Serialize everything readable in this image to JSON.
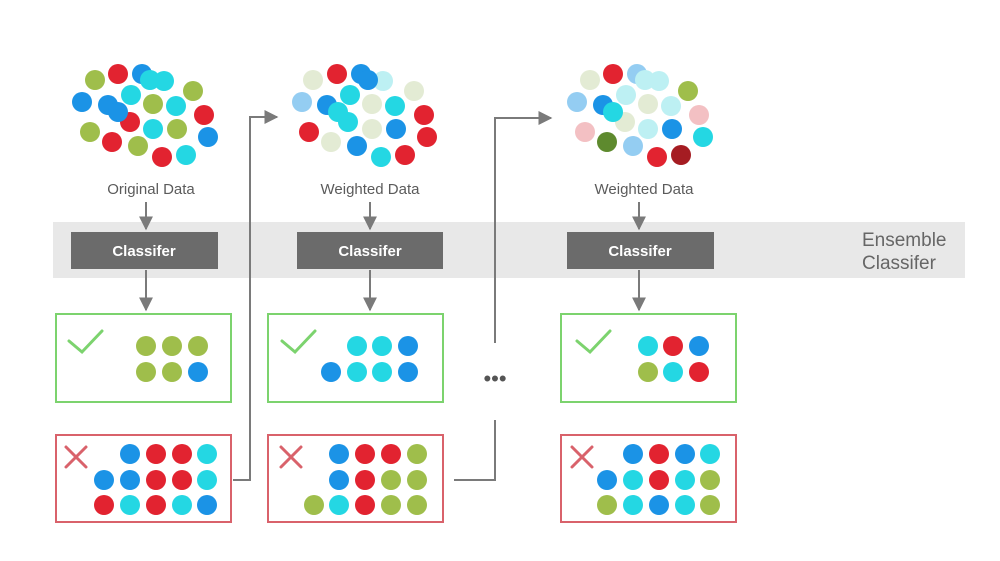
{
  "colors": {
    "green": "#9fbe4b",
    "blue": "#1b93e6",
    "cyan": "#24d7e3",
    "red": "#e22330",
    "pale_green": "#e3ebd4",
    "pale_blue": "#94cdf2",
    "pale_cyan": "#bdf0f3",
    "pale_red": "#f3c0c3",
    "dark_green": "#5e8a2e",
    "dark_red": "#a51c22",
    "band": "#e8e8e8",
    "classifier_box": "#6b6b6b",
    "arrow": "#7a7a7a",
    "correct_border": "#7cd36e",
    "wrong_border": "#d9626b"
  },
  "ensemble_label": [
    "Ensemble",
    "Classifer"
  ],
  "continuation_label": "•••",
  "stages": [
    {
      "data_label": "Original Data",
      "classifier_label": "Classifer",
      "correct_icon": "check-icon",
      "wrong_icon": "cross-icon",
      "cloud_colors": [
        "green",
        "red",
        "blue",
        "cyan",
        "blue",
        "blue",
        "cyan",
        "green",
        "cyan",
        "green",
        "red",
        "green",
        "red",
        "cyan",
        "green",
        "red",
        "green",
        "blue",
        "red",
        "cyan",
        "blue",
        "cyan"
      ],
      "correct_colors": [
        "green",
        "green",
        "green",
        "green",
        "green",
        "blue"
      ],
      "wrong_colors": [
        "blue",
        "red",
        "red",
        "cyan",
        "blue",
        "blue",
        "red",
        "red",
        "cyan",
        "red",
        "cyan",
        "red",
        "cyan",
        "blue"
      ]
    },
    {
      "data_label": "Weighted Data",
      "classifier_label": "Classifer",
      "correct_icon": "check-icon",
      "wrong_icon": "cross-icon",
      "cloud_colors": [
        "pale_green",
        "red",
        "blue",
        "pale_cyan",
        "pale_blue",
        "blue",
        "cyan",
        "pale_green",
        "cyan",
        "pale_green",
        "red",
        "red",
        "cyan",
        "pale_green",
        "blue",
        "pale_green",
        "blue",
        "red",
        "cyan",
        "red",
        "cyan",
        "blue"
      ],
      "correct_colors": [
        "cyan",
        "cyan",
        "blue",
        "blue",
        "cyan",
        "cyan",
        "blue"
      ],
      "wrong_colors": [
        "blue",
        "red",
        "red",
        "green",
        "blue",
        "red",
        "green",
        "green",
        "green",
        "cyan",
        "red",
        "green",
        "green"
      ]
    },
    {
      "data_label": "Weighted Data",
      "classifier_label": "Classifer",
      "correct_icon": "check-icon",
      "wrong_icon": "cross-icon",
      "cloud_colors": [
        "pale_green",
        "red",
        "pale_blue",
        "pale_cyan",
        "pale_blue",
        "blue",
        "pale_cyan",
        "pale_green",
        "pale_cyan",
        "green",
        "pale_red",
        "pale_red",
        "pale_green",
        "pale_cyan",
        "blue",
        "dark_green",
        "pale_blue",
        "cyan",
        "red",
        "dark_red",
        "cyan",
        "pale_cyan"
      ],
      "correct_colors": [
        "cyan",
        "red",
        "blue",
        "green",
        "cyan",
        "red"
      ],
      "wrong_colors": [
        "blue",
        "red",
        "blue",
        "cyan",
        "blue",
        "cyan",
        "red",
        "cyan",
        "green",
        "green",
        "cyan",
        "blue",
        "cyan",
        "green"
      ]
    }
  ]
}
